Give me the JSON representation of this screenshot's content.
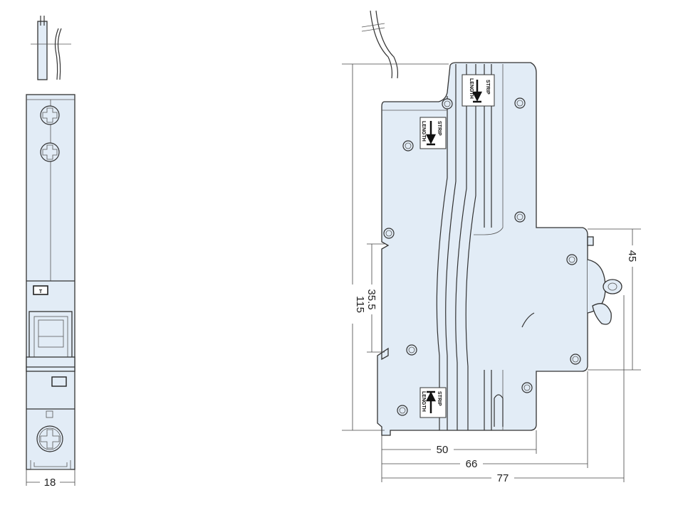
{
  "drawing": {
    "front_view": {
      "width_label": "18",
      "badge_letter": "T"
    },
    "side_view": {
      "strip_label_line1": "STRIP",
      "strip_label_line2": "LENGTH"
    },
    "dimensions": {
      "height_total": "115",
      "rail_height": "35.5",
      "front_height": "45",
      "depth_body": "50",
      "depth_front": "66",
      "depth_total": "77"
    },
    "colors": {
      "body_fill": "#e2ecf6",
      "outline": "#333333"
    }
  }
}
